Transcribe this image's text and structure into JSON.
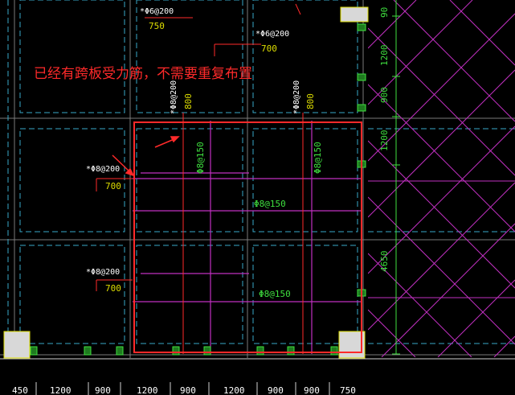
{
  "annotation": {
    "note": "已经有跨板受力筋，不需要重复布置"
  },
  "rebar_labels": {
    "top1": "*Φ6@200",
    "top2": "*Φ6@200",
    "left1": "*Φ8@200",
    "left2": "*Φ8@200",
    "vert1": "*Φ8@200",
    "vert2": "*Φ8@200",
    "inner_v1": "Φ8@150",
    "inner_v2": "Φ8@150",
    "inner_h1": "Φ8@150",
    "inner_h2": "Φ8@150"
  },
  "length_labels": {
    "top1": "750",
    "top2": "700",
    "left1": "700",
    "left2": "700",
    "vert1": "800",
    "vert2": "800"
  },
  "right_dims": [
    "90",
    "1200",
    "900",
    "1200",
    "4650"
  ],
  "bottom_dims": [
    "450",
    "1200",
    "900",
    "1200",
    "900",
    "1200",
    "900",
    "900",
    "750"
  ],
  "colors": {
    "background": "#000000",
    "highlight": "#ff2a2a",
    "slab_dash": "#38a8c8",
    "rebar_magenta": "#c030c0",
    "rebar_label": "#dede00",
    "dimension": "#3fe03f",
    "axis": "#888888"
  }
}
